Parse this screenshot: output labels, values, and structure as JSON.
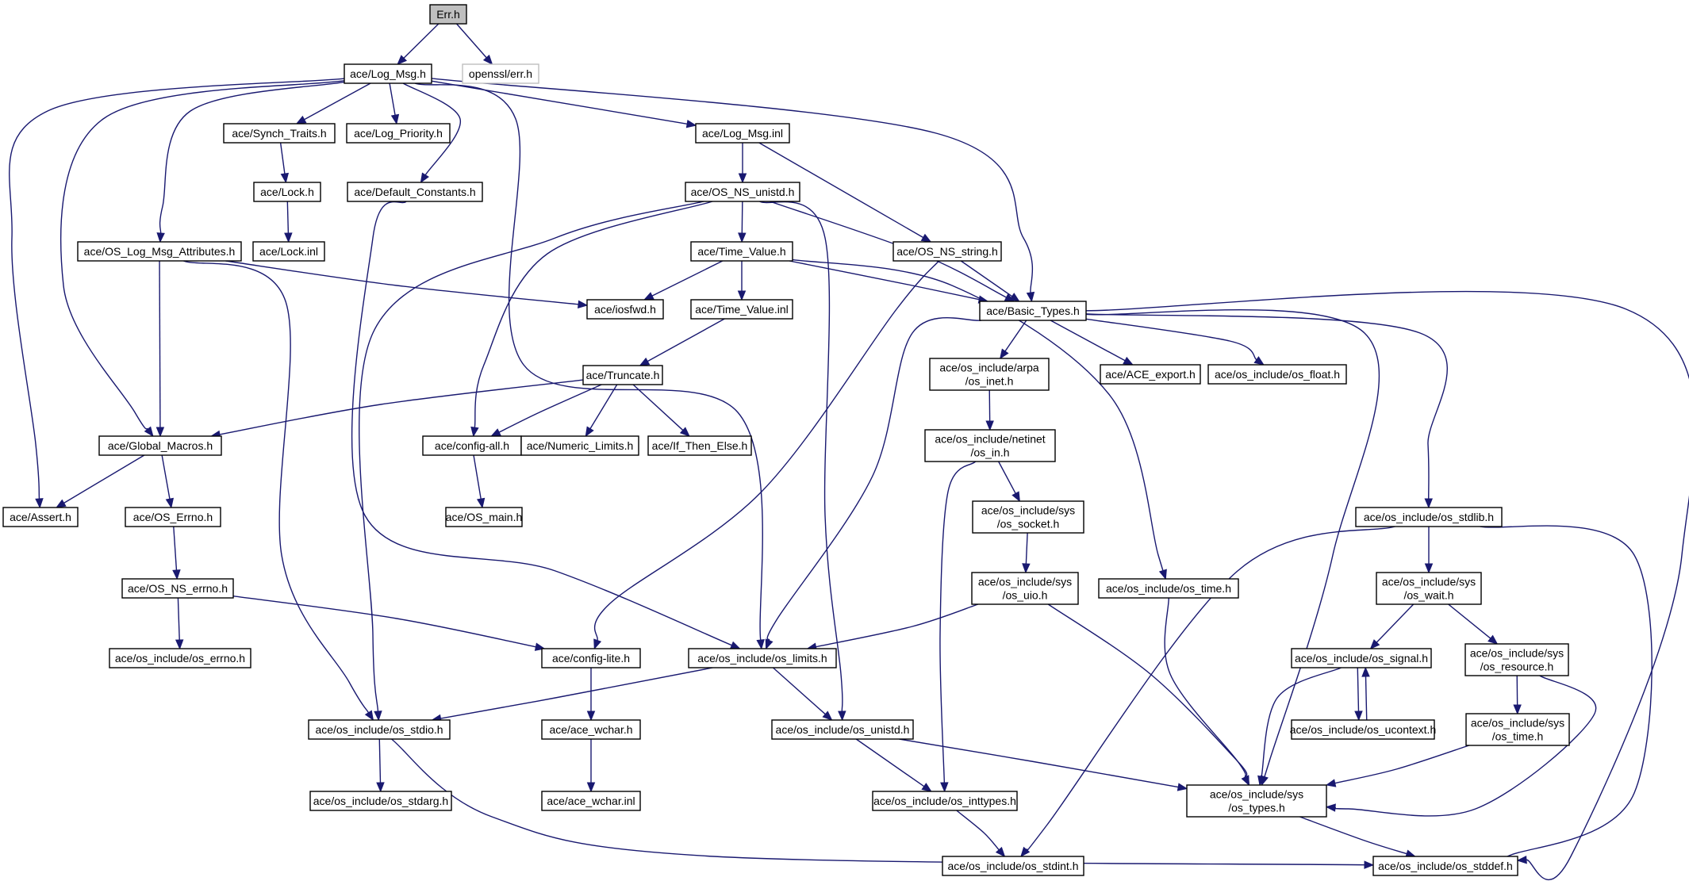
{
  "colors": {
    "edge": "#191970",
    "node_border": "#000000",
    "root_fill": "#bfbfbf",
    "external_border": "#bfbfbf",
    "background": "#ffffff"
  },
  "root": "Err.h",
  "nodes": [
    {
      "id": "err_h",
      "lines": [
        "Err.h"
      ],
      "kind": "root"
    },
    {
      "id": "log_msg_h",
      "lines": [
        "ace/Log_Msg.h"
      ]
    },
    {
      "id": "openssl_err_h",
      "lines": [
        "openssl/err.h"
      ],
      "kind": "external"
    },
    {
      "id": "synch_traits_h",
      "lines": [
        "ace/Synch_Traits.h"
      ]
    },
    {
      "id": "log_priority_h",
      "lines": [
        "ace/Log_Priority.h"
      ]
    },
    {
      "id": "log_msg_inl",
      "lines": [
        "ace/Log_Msg.inl"
      ]
    },
    {
      "id": "lock_h",
      "lines": [
        "ace/Lock.h"
      ]
    },
    {
      "id": "default_constants_h",
      "lines": [
        "ace/Default_Constants.h"
      ]
    },
    {
      "id": "os_ns_unistd_h",
      "lines": [
        "ace/OS_NS_unistd.h"
      ]
    },
    {
      "id": "os_log_msg_attributes_h",
      "lines": [
        "ace/OS_Log_Msg_Attributes.h"
      ]
    },
    {
      "id": "lock_inl",
      "lines": [
        "ace/Lock.inl"
      ]
    },
    {
      "id": "time_value_h",
      "lines": [
        "ace/Time_Value.h"
      ]
    },
    {
      "id": "os_ns_string_h",
      "lines": [
        "ace/OS_NS_string.h"
      ]
    },
    {
      "id": "iosfwd_h",
      "lines": [
        "ace/iosfwd.h"
      ]
    },
    {
      "id": "time_value_inl",
      "lines": [
        "ace/Time_Value.inl"
      ]
    },
    {
      "id": "basic_types_h",
      "lines": [
        "ace/Basic_Types.h"
      ]
    },
    {
      "id": "truncate_h",
      "lines": [
        "ace/Truncate.h"
      ]
    },
    {
      "id": "os_inet_h",
      "lines": [
        "ace/os_include/arpa",
        "/os_inet.h"
      ]
    },
    {
      "id": "ace_export_h",
      "lines": [
        "ace/ACE_export.h"
      ]
    },
    {
      "id": "os_float_h",
      "lines": [
        "ace/os_include/os_float.h"
      ]
    },
    {
      "id": "global_macros_h",
      "lines": [
        "ace/Global_Macros.h"
      ]
    },
    {
      "id": "config_all_h",
      "lines": [
        "ace/config-all.h"
      ]
    },
    {
      "id": "numeric_limits_h",
      "lines": [
        "ace/Numeric_Limits.h"
      ]
    },
    {
      "id": "if_then_else_h",
      "lines": [
        "ace/If_Then_Else.h"
      ]
    },
    {
      "id": "os_in_h",
      "lines": [
        "ace/os_include/netinet",
        "/os_in.h"
      ]
    },
    {
      "id": "assert_h",
      "lines": [
        "ace/Assert.h"
      ]
    },
    {
      "id": "os_errno_h",
      "lines": [
        "ace/OS_Errno.h"
      ]
    },
    {
      "id": "os_main_h",
      "lines": [
        "ace/OS_main.h"
      ]
    },
    {
      "id": "os_socket_h",
      "lines": [
        "ace/os_include/sys",
        "/os_socket.h"
      ]
    },
    {
      "id": "os_stdlib_h",
      "lines": [
        "ace/os_include/os_stdlib.h"
      ]
    },
    {
      "id": "os_ns_errno_h",
      "lines": [
        "ace/OS_NS_errno.h"
      ]
    },
    {
      "id": "os_uio_h",
      "lines": [
        "ace/os_include/sys",
        "/os_uio.h"
      ]
    },
    {
      "id": "os_time_h",
      "lines": [
        "ace/os_include/os_time.h"
      ]
    },
    {
      "id": "os_wait_h",
      "lines": [
        "ace/os_include/sys",
        "/os_wait.h"
      ]
    },
    {
      "id": "os_include_errno_h",
      "lines": [
        "ace/os_include/os_errno.h"
      ]
    },
    {
      "id": "config_lite_h",
      "lines": [
        "ace/config-lite.h"
      ]
    },
    {
      "id": "os_limits_h",
      "lines": [
        "ace/os_include/os_limits.h"
      ]
    },
    {
      "id": "os_signal_h",
      "lines": [
        "ace/os_include/os_signal.h"
      ]
    },
    {
      "id": "os_resource_h",
      "lines": [
        "ace/os_include/sys",
        "/os_resource.h"
      ]
    },
    {
      "id": "os_stdio_h",
      "lines": [
        "ace/os_include/os_stdio.h"
      ]
    },
    {
      "id": "ace_wchar_h",
      "lines": [
        "ace/ace_wchar.h"
      ]
    },
    {
      "id": "os_unistd_h",
      "lines": [
        "ace/os_include/os_unistd.h"
      ]
    },
    {
      "id": "os_ucontext_h",
      "lines": [
        "ace/os_include/os_ucontext.h"
      ]
    },
    {
      "id": "sys_os_time_h",
      "lines": [
        "ace/os_include/sys",
        "/os_time.h"
      ]
    },
    {
      "id": "os_stdarg_h",
      "lines": [
        "ace/os_include/os_stdarg.h"
      ]
    },
    {
      "id": "ace_wchar_inl",
      "lines": [
        "ace/ace_wchar.inl"
      ]
    },
    {
      "id": "os_inttypes_h",
      "lines": [
        "ace/os_include/os_inttypes.h"
      ]
    },
    {
      "id": "os_types_h",
      "lines": [
        "ace/os_include/sys",
        "/os_types.h"
      ]
    },
    {
      "id": "os_stdint_h",
      "lines": [
        "ace/os_include/os_stdint.h"
      ]
    },
    {
      "id": "os_stddef_h",
      "lines": [
        "ace/os_include/os_stddef.h"
      ]
    }
  ],
  "edges": [
    [
      "err_h",
      "log_msg_h"
    ],
    [
      "err_h",
      "openssl_err_h"
    ],
    [
      "log_msg_h",
      "synch_traits_h"
    ],
    [
      "log_msg_h",
      "log_priority_h"
    ],
    [
      "log_msg_h",
      "default_constants_h"
    ],
    [
      "log_msg_h",
      "log_msg_inl"
    ],
    [
      "log_msg_h",
      "basic_types_h"
    ],
    [
      "log_msg_h",
      "os_log_msg_attributes_h"
    ],
    [
      "log_msg_h",
      "global_macros_h"
    ],
    [
      "log_msg_h",
      "assert_h"
    ],
    [
      "log_msg_h",
      "os_limits_h"
    ],
    [
      "synch_traits_h",
      "lock_h"
    ],
    [
      "lock_h",
      "lock_inl"
    ],
    [
      "default_constants_h",
      "os_limits_h"
    ],
    [
      "log_msg_inl",
      "os_ns_unistd_h"
    ],
    [
      "log_msg_inl",
      "os_ns_string_h"
    ],
    [
      "os_ns_unistd_h",
      "time_value_h"
    ],
    [
      "os_ns_unistd_h",
      "basic_types_h"
    ],
    [
      "os_ns_unistd_h",
      "config_all_h"
    ],
    [
      "os_ns_unistd_h",
      "os_stdio_h"
    ],
    [
      "os_ns_unistd_h",
      "os_unistd_h"
    ],
    [
      "os_log_msg_attributes_h",
      "iosfwd_h"
    ],
    [
      "os_log_msg_attributes_h",
      "global_macros_h"
    ],
    [
      "os_log_msg_attributes_h",
      "os_stdio_h"
    ],
    [
      "time_value_h",
      "iosfwd_h"
    ],
    [
      "time_value_h",
      "time_value_inl"
    ],
    [
      "time_value_h",
      "basic_types_h"
    ],
    [
      "time_value_h",
      "os_time_h"
    ],
    [
      "os_ns_string_h",
      "basic_types_h"
    ],
    [
      "os_ns_string_h",
      "config_lite_h"
    ],
    [
      "time_value_inl",
      "truncate_h"
    ],
    [
      "basic_types_h",
      "os_inet_h"
    ],
    [
      "basic_types_h",
      "ace_export_h"
    ],
    [
      "basic_types_h",
      "os_float_h"
    ],
    [
      "basic_types_h",
      "os_stdlib_h"
    ],
    [
      "basic_types_h",
      "os_types_h"
    ],
    [
      "basic_types_h",
      "os_stddef_h"
    ],
    [
      "basic_types_h",
      "os_limits_h"
    ],
    [
      "truncate_h",
      "global_macros_h"
    ],
    [
      "truncate_h",
      "config_all_h"
    ],
    [
      "truncate_h",
      "numeric_limits_h"
    ],
    [
      "truncate_h",
      "if_then_else_h"
    ],
    [
      "os_inet_h",
      "os_in_h"
    ],
    [
      "global_macros_h",
      "assert_h"
    ],
    [
      "global_macros_h",
      "os_errno_h"
    ],
    [
      "config_all_h",
      "os_main_h"
    ],
    [
      "os_in_h",
      "os_socket_h"
    ],
    [
      "os_in_h",
      "os_inttypes_h"
    ],
    [
      "os_errno_h",
      "os_ns_errno_h"
    ],
    [
      "os_socket_h",
      "os_uio_h"
    ],
    [
      "os_stdlib_h",
      "os_wait_h"
    ],
    [
      "os_stdlib_h",
      "os_stdint_h"
    ],
    [
      "os_stdlib_h",
      "os_stddef_h"
    ],
    [
      "os_ns_errno_h",
      "os_include_errno_h"
    ],
    [
      "os_ns_errno_h",
      "config_lite_h"
    ],
    [
      "os_uio_h",
      "os_limits_h"
    ],
    [
      "os_uio_h",
      "os_types_h"
    ],
    [
      "os_time_h",
      "os_types_h"
    ],
    [
      "os_wait_h",
      "os_signal_h"
    ],
    [
      "os_wait_h",
      "os_resource_h"
    ],
    [
      "config_lite_h",
      "ace_wchar_h"
    ],
    [
      "os_limits_h",
      "os_stdio_h"
    ],
    [
      "os_limits_h",
      "os_unistd_h"
    ],
    [
      "os_signal_h",
      "os_ucontext_h"
    ],
    [
      "os_signal_h",
      "os_types_h"
    ],
    [
      "os_ucontext_h",
      "os_signal_h"
    ],
    [
      "os_resource_h",
      "sys_os_time_h"
    ],
    [
      "os_resource_h",
      "os_types_h"
    ],
    [
      "os_stdio_h",
      "os_stdarg_h"
    ],
    [
      "os_stdio_h",
      "os_stddef_h"
    ],
    [
      "ace_wchar_h",
      "ace_wchar_inl"
    ],
    [
      "os_unistd_h",
      "os_inttypes_h"
    ],
    [
      "os_unistd_h",
      "os_types_h"
    ],
    [
      "sys_os_time_h",
      "os_types_h"
    ],
    [
      "os_inttypes_h",
      "os_stdint_h"
    ],
    [
      "os_types_h",
      "os_stddef_h"
    ]
  ]
}
